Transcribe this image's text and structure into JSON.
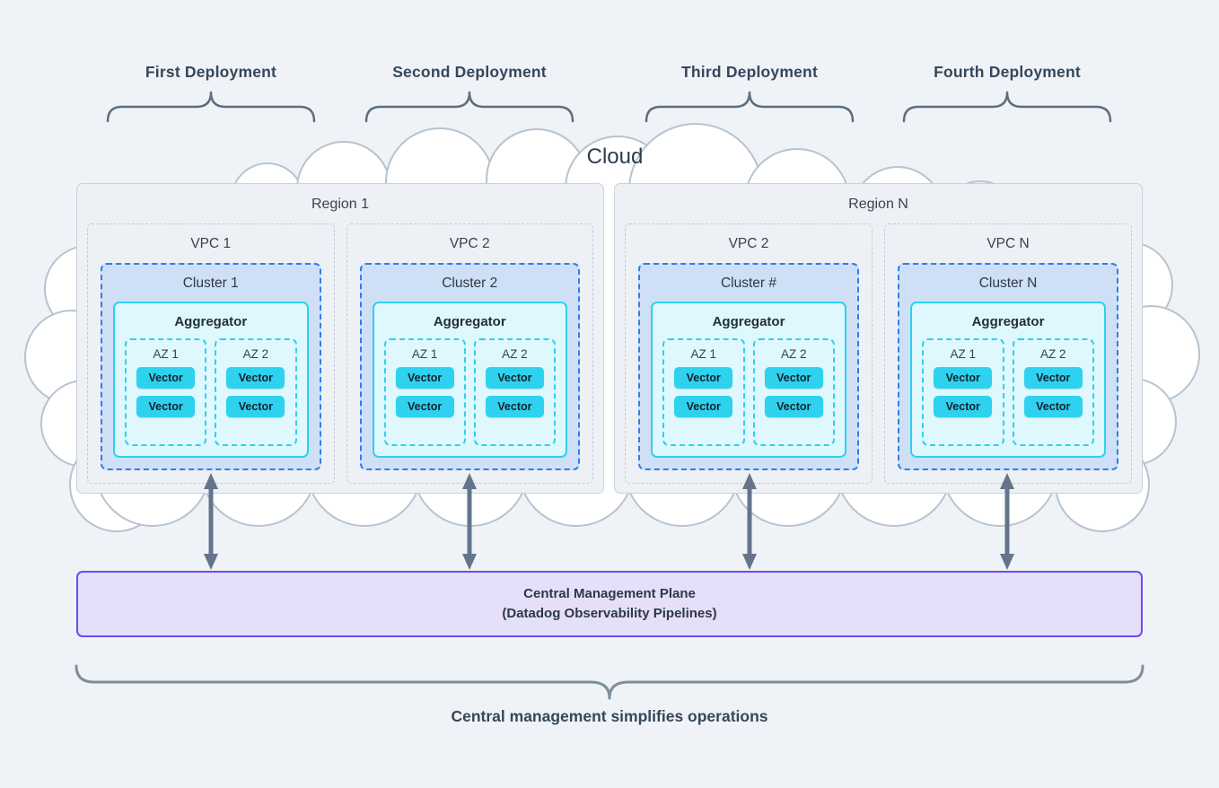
{
  "cloud_label": "Cloud",
  "deployments": [
    {
      "label": "First Deployment"
    },
    {
      "label": "Second Deployment"
    },
    {
      "label": "Third Deployment"
    },
    {
      "label": "Fourth Deployment"
    }
  ],
  "regions": [
    {
      "label": "Region 1",
      "vpcs": [
        {
          "label": "VPC 1",
          "cluster": {
            "label": "Cluster 1",
            "aggregator": {
              "label": "Aggregator",
              "azs": [
                {
                  "label": "AZ 1",
                  "nodes": [
                    "Vector",
                    "Vector"
                  ]
                },
                {
                  "label": "AZ 2",
                  "nodes": [
                    "Vector",
                    "Vector"
                  ]
                }
              ]
            }
          }
        },
        {
          "label": "VPC 2",
          "cluster": {
            "label": "Cluster 2",
            "aggregator": {
              "label": "Aggregator",
              "azs": [
                {
                  "label": "AZ 1",
                  "nodes": [
                    "Vector",
                    "Vector"
                  ]
                },
                {
                  "label": "AZ 2",
                  "nodes": [
                    "Vector",
                    "Vector"
                  ]
                }
              ]
            }
          }
        }
      ]
    },
    {
      "label": "Region N",
      "vpcs": [
        {
          "label": "VPC 2",
          "cluster": {
            "label": "Cluster #",
            "aggregator": {
              "label": "Aggregator",
              "azs": [
                {
                  "label": "AZ 1",
                  "nodes": [
                    "Vector",
                    "Vector"
                  ]
                },
                {
                  "label": "AZ 2",
                  "nodes": [
                    "Vector",
                    "Vector"
                  ]
                }
              ]
            }
          }
        },
        {
          "label": "VPC N",
          "cluster": {
            "label": "Cluster N",
            "aggregator": {
              "label": "Aggregator",
              "azs": [
                {
                  "label": "AZ 1",
                  "nodes": [
                    "Vector",
                    "Vector"
                  ]
                },
                {
                  "label": "AZ 2",
                  "nodes": [
                    "Vector",
                    "Vector"
                  ]
                }
              ]
            }
          }
        }
      ]
    }
  ],
  "management_plane": {
    "line1": "Central Management Plane",
    "line2": "(Datadog Observability Pipelines)"
  },
  "caption": "Central management simplifies operations",
  "colors": {
    "background": "#eff3f7",
    "cloud_outline": "#b8c3ce",
    "cluster_fill": "#cfe0f6",
    "cluster_border": "#2e7eec",
    "aggregator_fill": "#dff8fd",
    "cyan_accent": "#2bd2ee",
    "vector_fill": "#2ed2ee",
    "plane_fill": "#e5dffa",
    "plane_border": "#6c4cf2",
    "arrow": "#64748b",
    "text_dark": "#36424f"
  }
}
